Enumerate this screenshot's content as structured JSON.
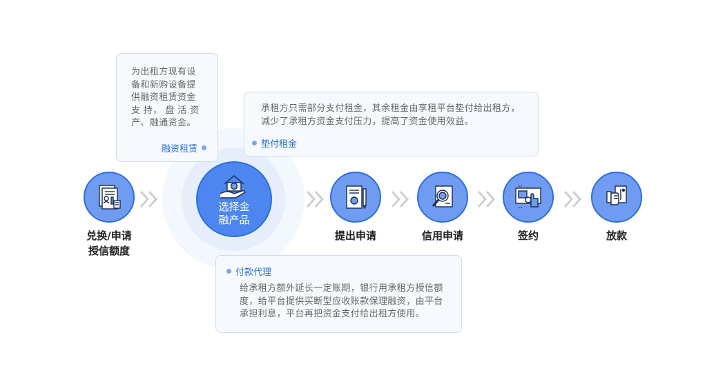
{
  "cards": {
    "leasing": {
      "text_lines": [
        "为出租方现有设",
        "备和新购设备提",
        "供融资租赁资金",
        "支 持， 盘 活 资",
        "产、融通资金。"
      ],
      "title": "融资租赁"
    },
    "advance": {
      "text_lines": [
        "承租方只需部分支付租金，其余租金由享租平台垫付给出租方，",
        "减少了承租方资金支付压力，提高了资金使用效益。"
      ],
      "title": "垫付租金"
    },
    "payment": {
      "title": "付款代理",
      "text_lines": [
        "给承租方额外延长一定账期，银行用承租方授信额",
        "度，给平台提供买断型应收账款保理融资，由平台",
        "承担利息，平台再把资金支付给出租方使用。"
      ]
    }
  },
  "steps": [
    {
      "label_lines": [
        "兑换/申请",
        "授信额度"
      ],
      "icon": "document-chart-icon"
    },
    {
      "label_lines": [
        "选择金",
        "融产品"
      ],
      "icon": "house-hand-money-icon"
    },
    {
      "label_lines": [
        "提出申请"
      ],
      "icon": "document-coin-pen-icon"
    },
    {
      "label_lines": [
        "信用申请"
      ],
      "icon": "magnifier-coin-icon"
    },
    {
      "label_lines": [
        "签约"
      ],
      "icon": "screen-hand-icon"
    },
    {
      "label_lines": [
        "放款"
      ],
      "icon": "hand-money-icon"
    }
  ],
  "colors": {
    "accent": "#2c6de0",
    "node_fill": "#6f9cf0",
    "card_border": "#d3dbe8",
    "card_bg": "#f6f9fd",
    "chevron": "#cfcfcf"
  }
}
